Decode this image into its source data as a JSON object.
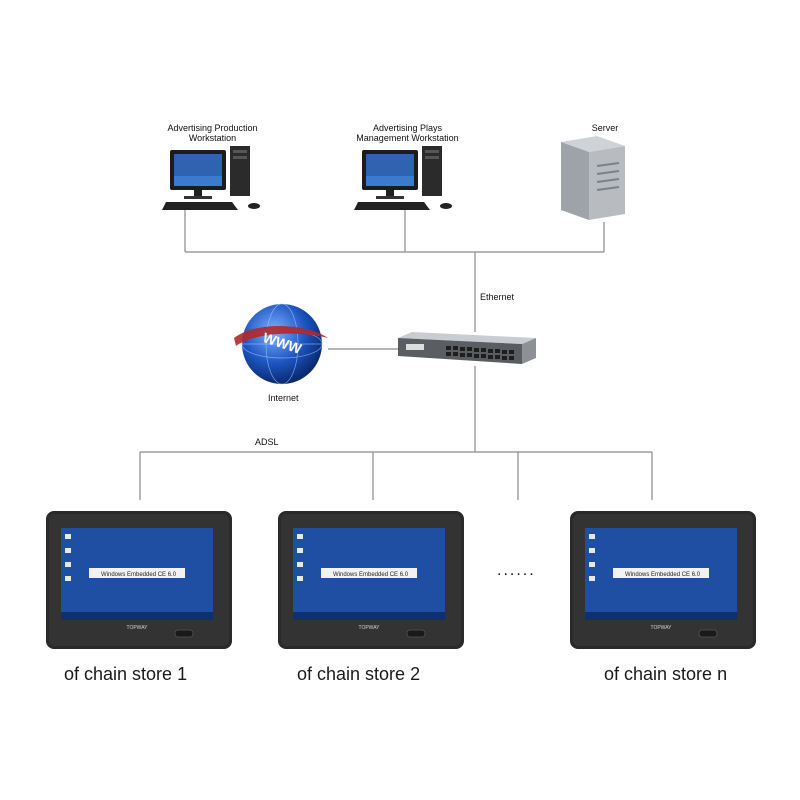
{
  "workstations": [
    {
      "label_line1": "Advertising Production",
      "label_line2": "Workstation"
    },
    {
      "label_line1": "Advertising Plays",
      "label_line2": "Management Workstation"
    }
  ],
  "server": {
    "label": "Server"
  },
  "switch": {
    "link_label": "Ethernet"
  },
  "internet": {
    "label": "Internet",
    "link_label": "ADSL",
    "globe_text": "WWW"
  },
  "terminals": [
    {
      "caption": "of chain store 1",
      "window_text": "Windows Embedded CE 6.0",
      "brand": "TOPWAY"
    },
    {
      "caption": "of chain store 2",
      "window_text": "Windows Embedded CE 6.0",
      "brand": "TOPWAY"
    },
    {
      "caption": "of chain store n",
      "window_text": "Windows Embedded CE 6.0",
      "brand": "TOPWAY"
    }
  ],
  "ellipsis": "......",
  "colors": {
    "wire": "#8a8a8a",
    "screen": "#1f4fa3",
    "bezel": "#2a2a2a"
  }
}
